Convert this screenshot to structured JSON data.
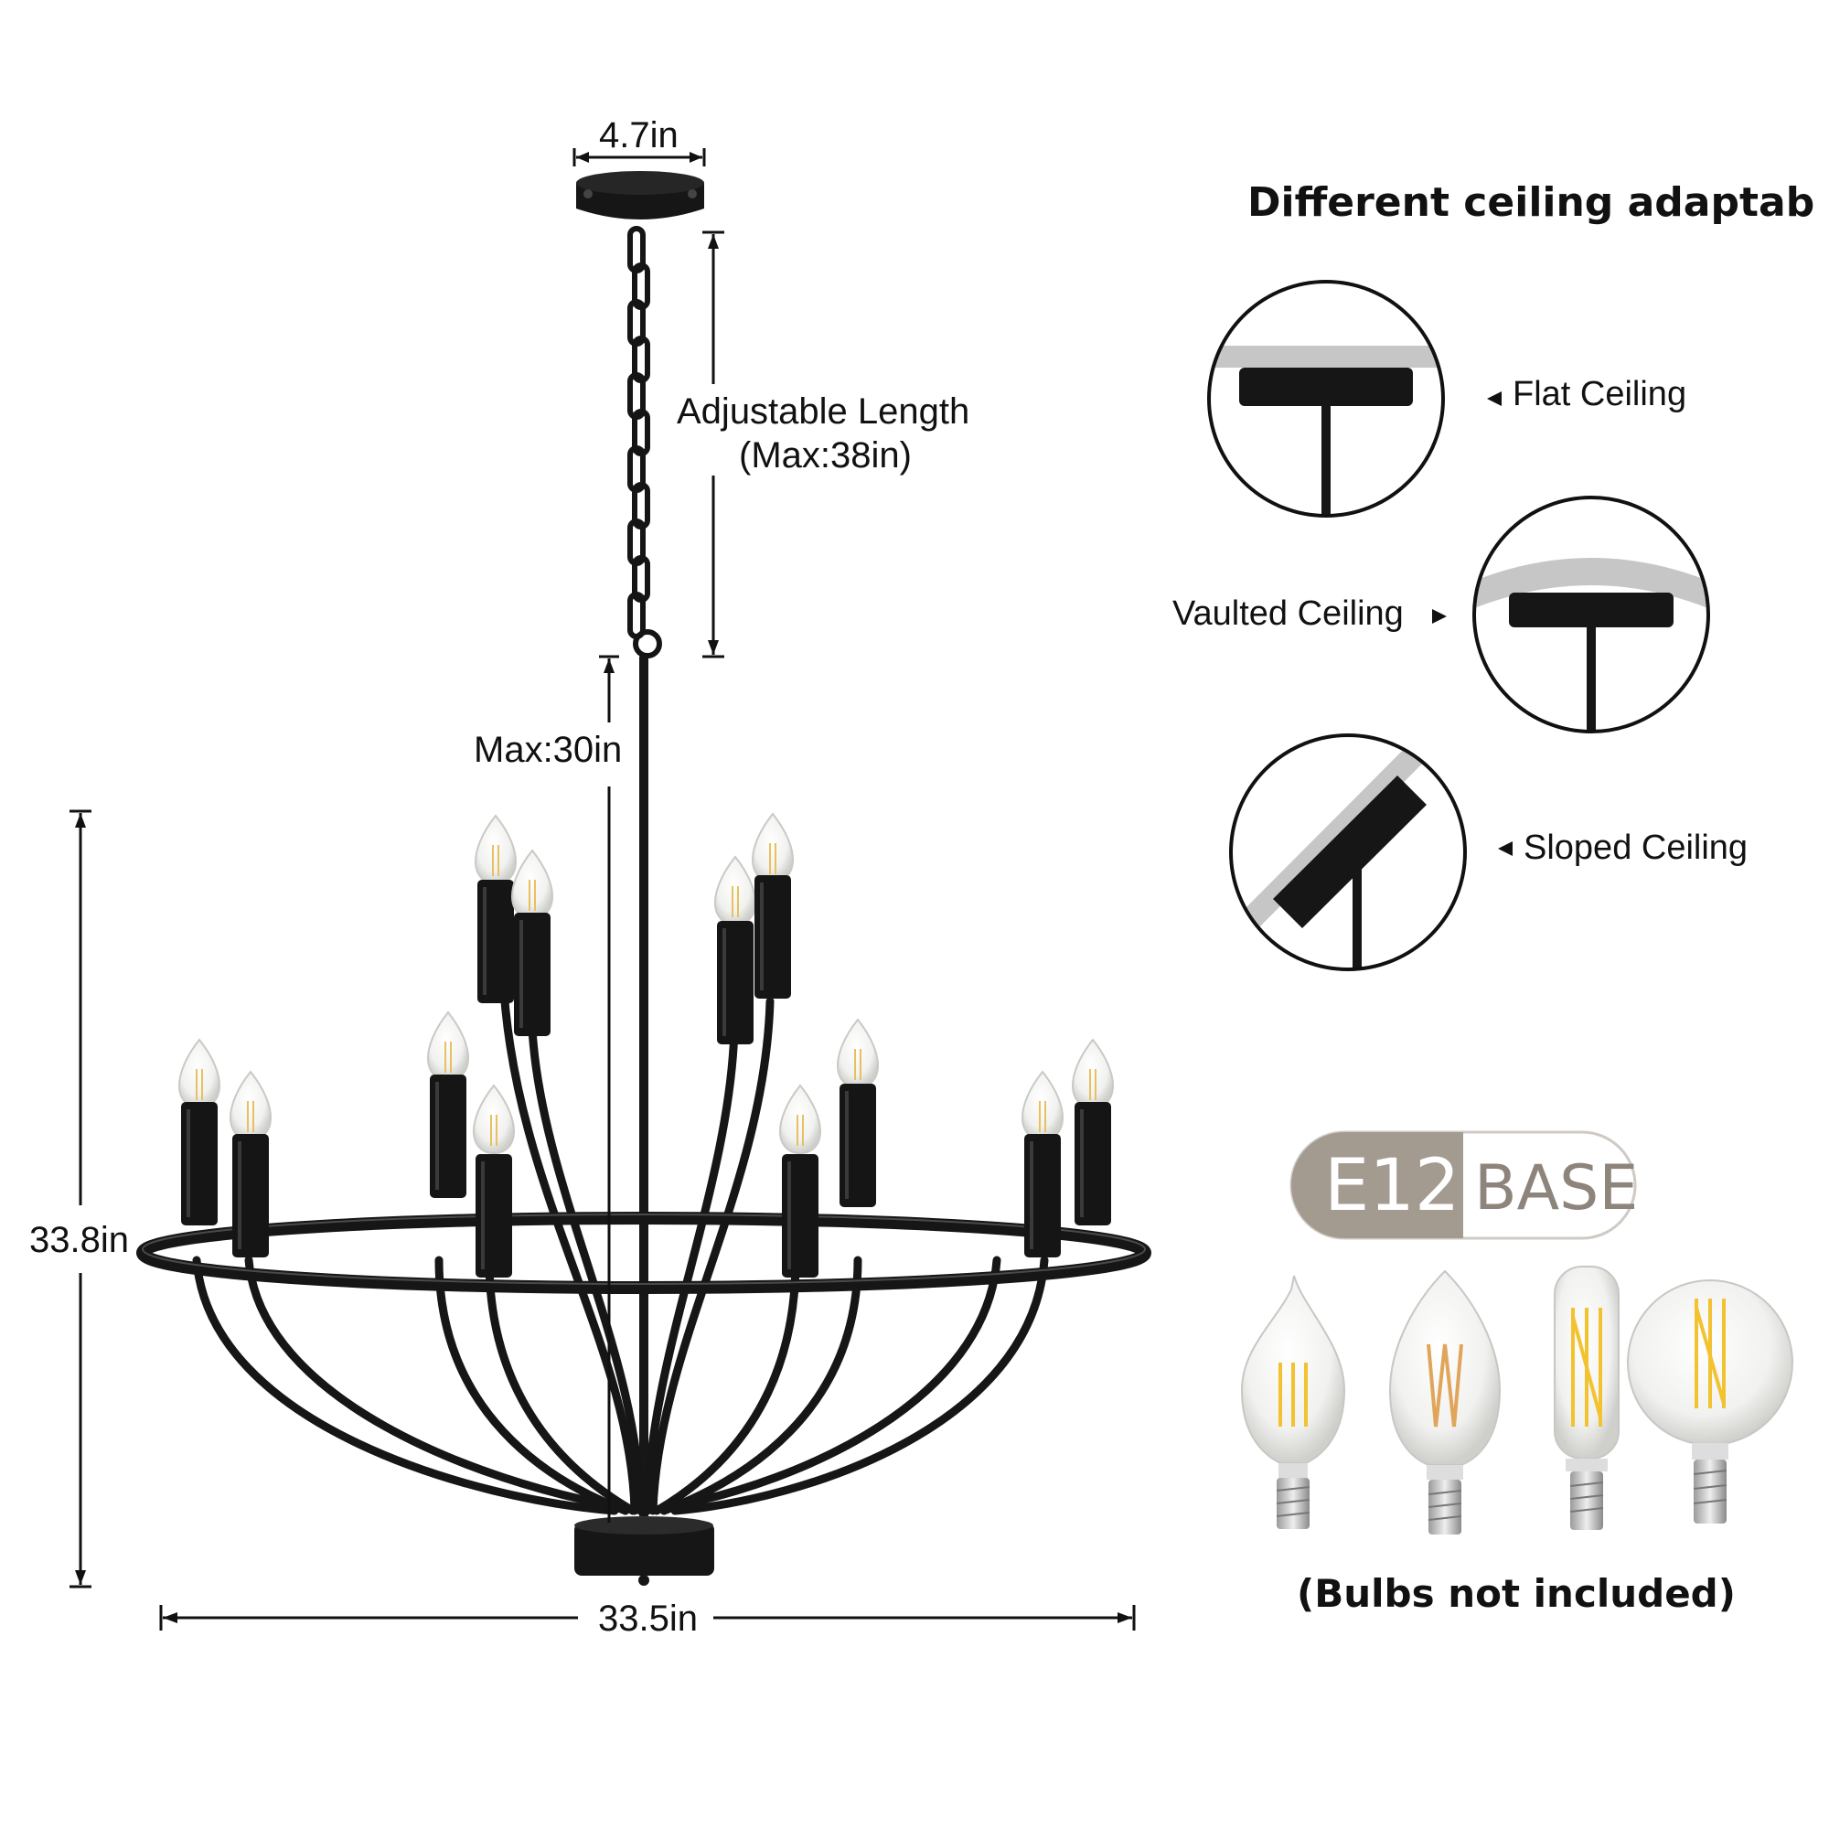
{
  "dimensions": {
    "canopy_width": "4.7in",
    "adjustable_length_line1": "Adjustable Length",
    "adjustable_length_line2": "(Max:38in)",
    "max_rod": "Max:30in",
    "height": "33.8in",
    "width": "33.5in"
  },
  "ceiling": {
    "title": "Different ceiling adaptab",
    "flat": "Flat Ceiling",
    "vaulted": "Vaulted Ceiling",
    "sloped": "Sloped Ceiling"
  },
  "base": {
    "code": "E12",
    "word": "BASE",
    "note": "(Bulbs not included)"
  },
  "colors": {
    "fixture": "#141414",
    "ceiling_gray": "#c6c6c6",
    "badge_dark": "#a39a90",
    "badge_text": "#8d847b",
    "filament": "#f2c230"
  },
  "icons": [
    "chandelier-icon",
    "flat-ceiling-mount-icon",
    "vaulted-ceiling-mount-icon",
    "sloped-ceiling-mount-icon",
    "flame-tip-bulb-icon",
    "candle-bulb-icon",
    "tubular-bulb-icon",
    "globe-bulb-icon"
  ]
}
